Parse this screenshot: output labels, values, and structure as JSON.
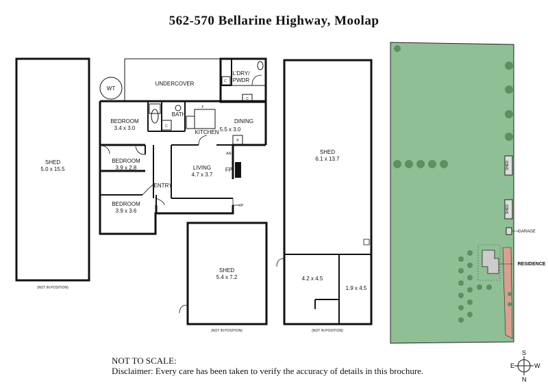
{
  "title": "562-570 Bellarine Highway, Moolap",
  "rooms": {
    "wt": "WT",
    "undercover": "UNDERCOVER",
    "laundry": "L'DRY/",
    "powder": "PWDR",
    "bath": "BATH",
    "kitchen": "KITCHEN",
    "dining": "DINING",
    "dining_size": "5.5 x 3.0",
    "bed1": "BEDROOM",
    "bed1_size": "3.4 x 3.0",
    "bed2": "BEDROOM",
    "bed2_size": "3.9 x 2.8",
    "bed3": "BEDROOM",
    "bed3_size": "3.9 x 3.6",
    "living": "LIVING",
    "living_size": "4.7 x 3.7",
    "entry": "ENTRY",
    "fp": "FP",
    "p": "P",
    "c": "C",
    "ae": "A/E",
    "up": "UP",
    "f": "F"
  },
  "sheds": {
    "left": "SHED",
    "left_size": "5.0 x 15.5",
    "left_note": "(NOT IN POSITION)",
    "middle": "SHED",
    "middle_size": "5.4 x 7.2",
    "middle_note": "(NOT IN POSITION)",
    "big": "SHED",
    "big_size": "6.1 x 13.7",
    "big_sub1": "4.2 x 4.5",
    "big_sub2": "1.9 x 4.5",
    "big_note": "(NOT IN POSITION)"
  },
  "site": {
    "shed1": "SHED",
    "shed2": "SHED",
    "garage": "GARAGE",
    "residence": "RESIDENCE",
    "colors": {
      "grass": "#8fbf94",
      "tree": "#5c8f62",
      "driveway": "#d8a090"
    }
  },
  "compass": {
    "s": "S",
    "e": "E",
    "w": "W",
    "n": "N"
  },
  "footer": {
    "line1": "NOT TO SCALE:",
    "line2": "Disclaimer: Every care has been taken to verify the accuracy of details in this brochure."
  }
}
